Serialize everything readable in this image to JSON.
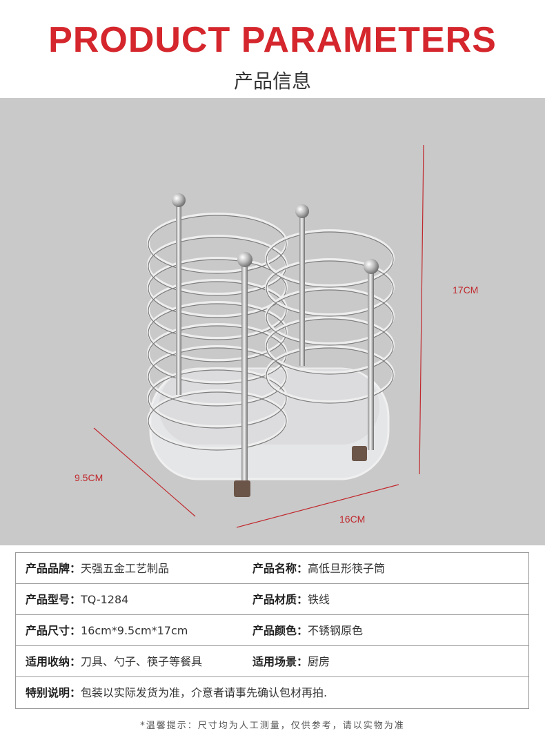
{
  "header": {
    "title_en": "PRODUCT PARAMETERS",
    "title_cn": "产品信息"
  },
  "product_image": {
    "icon": "cutlery-holder-photo",
    "dimensions": {
      "height": "17CM",
      "depth": "9.5CM",
      "width": "16CM"
    }
  },
  "params": {
    "rows": [
      [
        {
          "key": "产品品牌：",
          "value": "天强五金工艺制品"
        },
        {
          "key": "产品名称：",
          "value": "高低旦形筷子筒"
        }
      ],
      [
        {
          "key": "产品型号：",
          "value": "TQ-1284"
        },
        {
          "key": "产品材质：",
          "value": "铁线"
        }
      ],
      [
        {
          "key": "产品尺寸：",
          "value": "16cm*9.5cm*17cm"
        },
        {
          "key": "产品颜色：",
          "value": "不锈钢原色"
        }
      ],
      [
        {
          "key": "适用收纳：",
          "value": "刀具、勺子、筷子等餐具"
        },
        {
          "key": "适用场景：",
          "value": "厨房"
        }
      ],
      [
        {
          "key": "特别说明：",
          "value": "包装以实际发货为准，介意者请事先确认包材再拍."
        }
      ]
    ]
  },
  "footer": {
    "note": "*温馨提示：尺寸均为人工测量，仅供参考，请以实物为准"
  },
  "colors": {
    "accent": "#d4262c",
    "photo_bg": "#c9c9c9",
    "border": "#9a9a9a"
  }
}
